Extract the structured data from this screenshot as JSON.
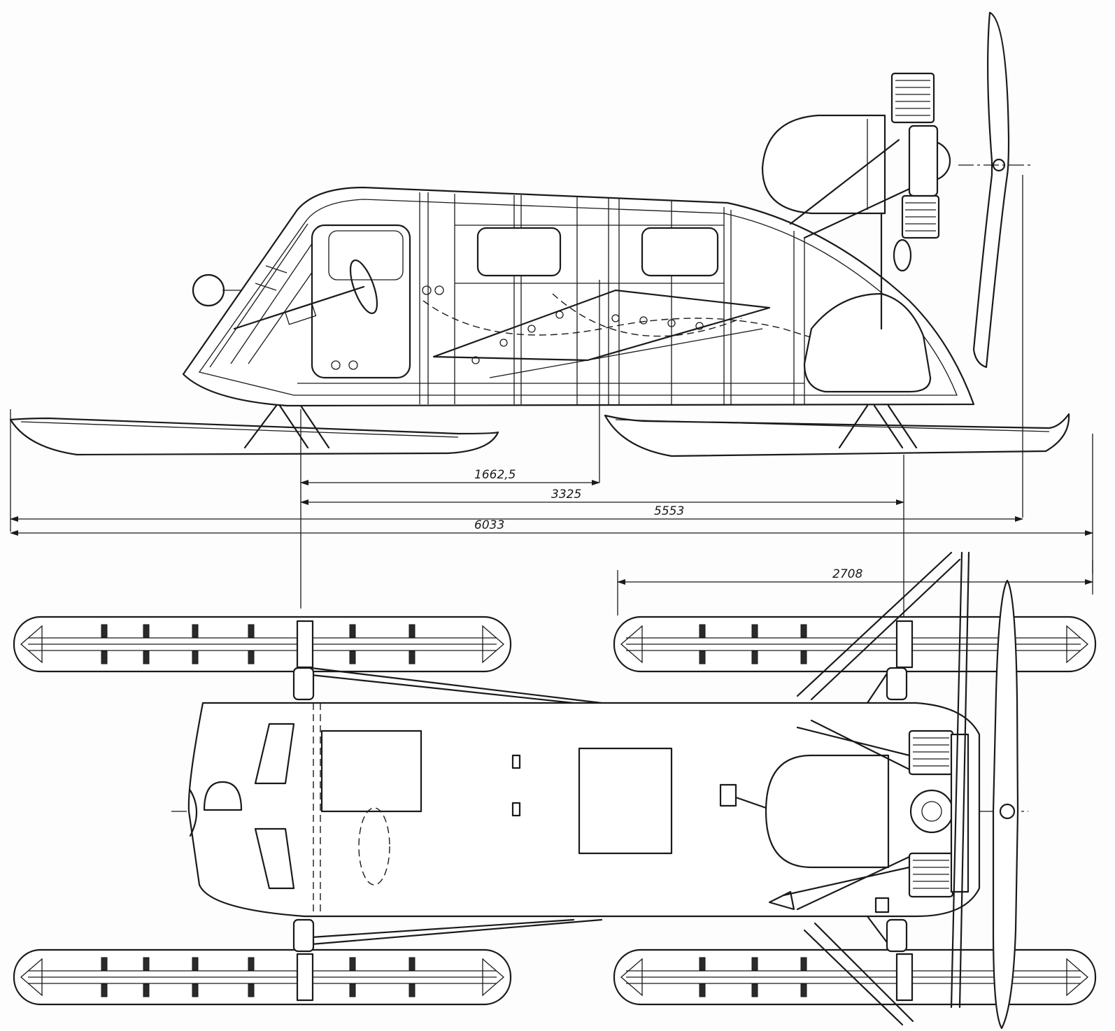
{
  "colors": {
    "ink": "#1a1a1a",
    "paper": "#fdfdfd"
  },
  "dimensions": {
    "d1": "1662,5",
    "d2": "3325",
    "d3": "5553",
    "d4": "6033",
    "d5": "2708"
  }
}
